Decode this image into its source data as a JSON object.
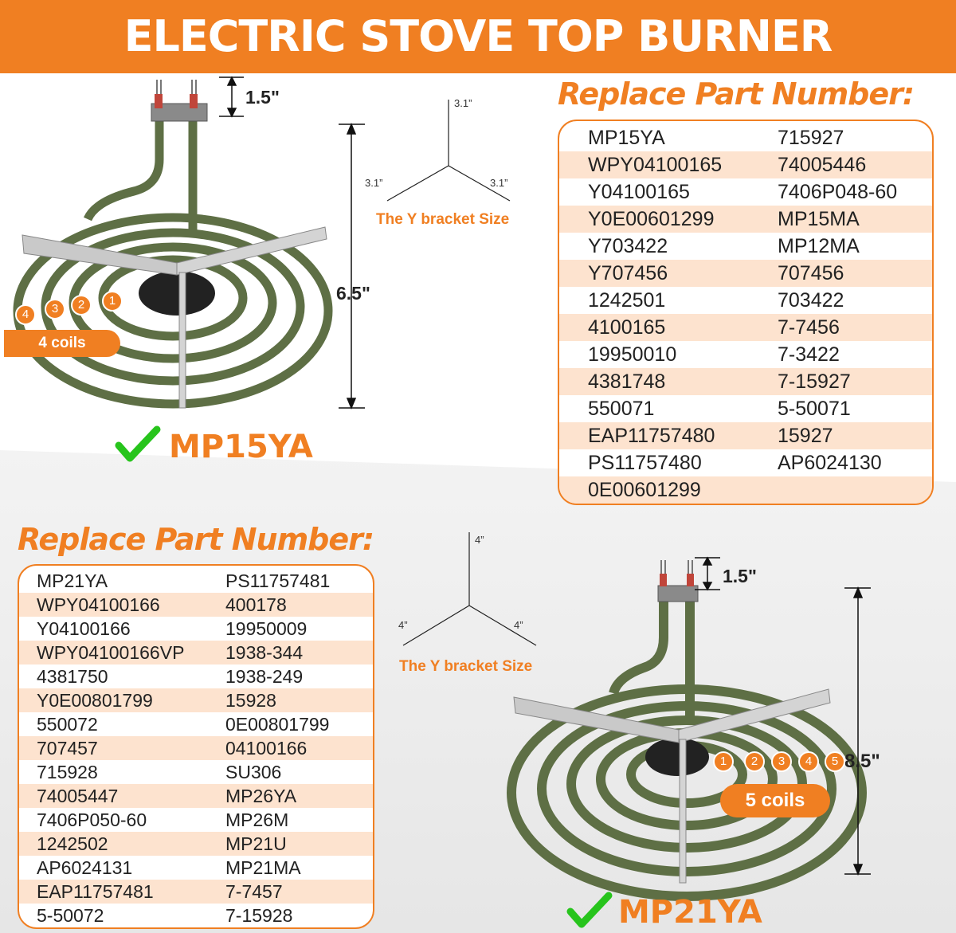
{
  "banner": {
    "title": "ELECTRIC STOVE TOP BURNER REPLACEMENT"
  },
  "colors": {
    "accent": "#f07f22",
    "coil": "#5e6f45",
    "shade": "#fde3cf"
  },
  "top": {
    "heading": "Replace Part Number:",
    "model": "MP15YA",
    "check_icon": "check-icon",
    "terminal_height": "1.5\"",
    "diameter": "6.5\"",
    "coils_label": "4 coils",
    "coil_numbers": [
      "4",
      "3",
      "2",
      "1"
    ],
    "bracket": {
      "caption": "The Y bracket Size",
      "top": "3.1”",
      "left": "3.1”",
      "right": "3.1”"
    },
    "parts": [
      [
        "MP15YA",
        "715927"
      ],
      [
        "WPY04100165",
        "74005446"
      ],
      [
        "Y04100165",
        "7406P048-60"
      ],
      [
        "Y0E00601299",
        "MP15MA"
      ],
      [
        "Y703422",
        "MP12MA"
      ],
      [
        "Y707456",
        "707456"
      ],
      [
        "1242501",
        "703422"
      ],
      [
        "4100165",
        "7-7456"
      ],
      [
        "19950010",
        "7-3422"
      ],
      [
        "4381748",
        "7-15927"
      ],
      [
        "550071",
        "5-50071"
      ],
      [
        "EAP11757480",
        "15927"
      ],
      [
        "PS11757480",
        "AP6024130"
      ],
      [
        "0E00601299",
        ""
      ]
    ]
  },
  "bottom": {
    "heading": "Replace Part Number:",
    "model": "MP21YA",
    "check_icon": "check-icon",
    "terminal_height": "1.5\"",
    "diameter": "8.5\"",
    "coils_label": "5 coils",
    "coil_numbers": [
      "1",
      "2",
      "3",
      "4",
      "5"
    ],
    "bracket": {
      "caption": "The Y bracket Size",
      "top": "4”",
      "left": "4”",
      "right": "4”"
    },
    "parts": [
      [
        "MP21YA",
        "PS11757481"
      ],
      [
        "WPY04100166",
        "400178"
      ],
      [
        "Y04100166",
        "19950009"
      ],
      [
        "WPY04100166VP",
        "1938-344"
      ],
      [
        "4381750",
        "1938-249"
      ],
      [
        "Y0E00801799",
        "15928"
      ],
      [
        "550072",
        "0E00801799"
      ],
      [
        "707457",
        "04100166"
      ],
      [
        "715928",
        "SU306"
      ],
      [
        "74005447",
        "MP26YA"
      ],
      [
        "7406P050-60",
        "MP26M"
      ],
      [
        "1242502",
        "MP21U"
      ],
      [
        "AP6024131",
        "MP21MA"
      ],
      [
        "EAP11757481",
        "7-7457"
      ],
      [
        "5-50072",
        "7-15928"
      ]
    ]
  }
}
